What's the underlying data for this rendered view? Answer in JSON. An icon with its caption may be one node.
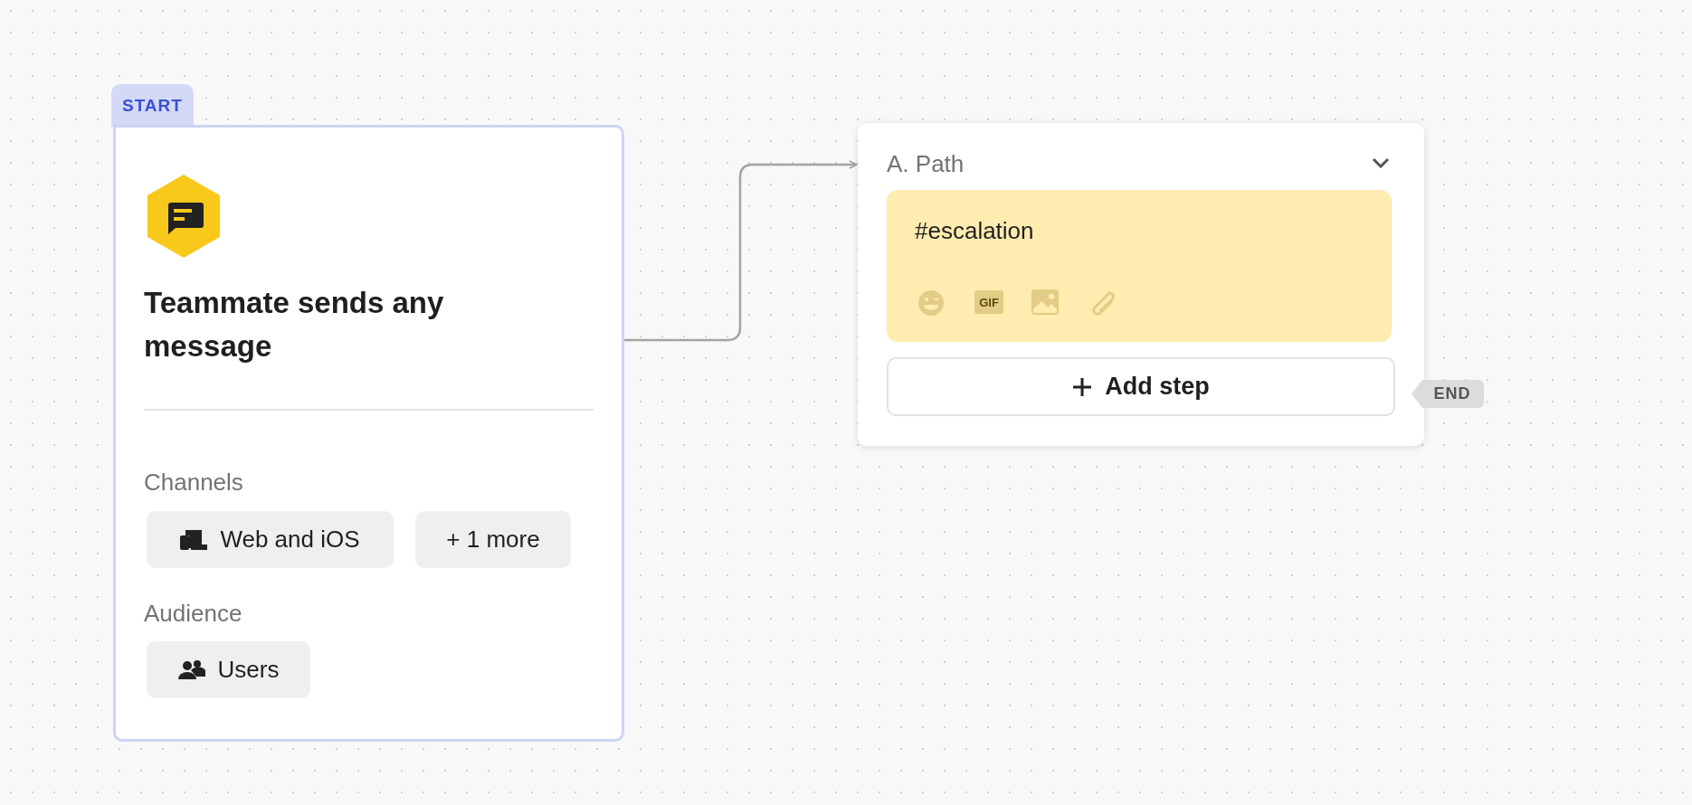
{
  "diagram": {
    "nodes": [
      {
        "text": [
          "START",
          "Teammate sends any message",
          "Channels",
          "Audience"
        ]
      },
      {
        "text": [
          "Web and iOS"
        ],
        "in": 0
      },
      {
        "text": [
          "+ 1 more"
        ],
        "in": 0
      },
      {
        "text": [
          "Users"
        ],
        "in": 0
      },
      {
        "text": [
          "A. Path"
        ]
      },
      {
        "text": [
          "#escalation"
        ],
        "in": 4
      },
      {
        "text": [
          "Add step"
        ],
        "in": 4
      },
      {
        "text": [
          "END"
        ]
      }
    ],
    "edges": [
      {
        "from": 0,
        "to": 4,
        "arrow": "to"
      }
    ],
    "labels": [
      "GIF"
    ]
  }
}
